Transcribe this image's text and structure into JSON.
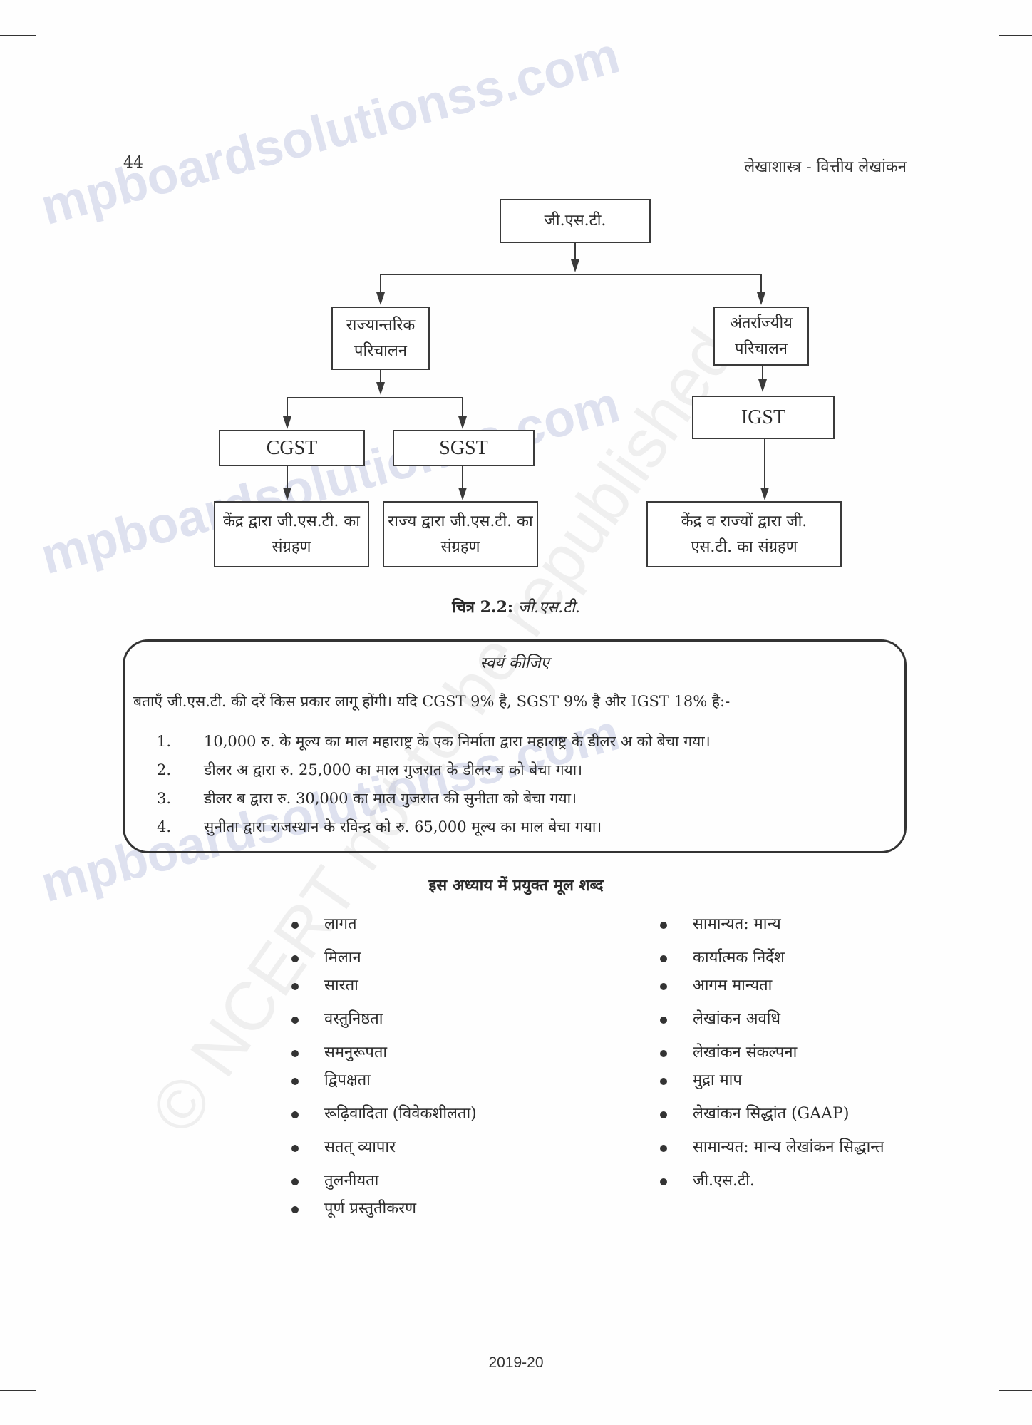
{
  "header": {
    "page_number": "44",
    "running_title": "लेखाशास्त्र - वित्तीय लेखांकन"
  },
  "diagram": {
    "root": "जी.एस.टी.",
    "left_branch": "राज्यान्तरिक परिचालन",
    "right_branch": "अंतर्राज्यीय परिचालन",
    "cgst": "CGST",
    "sgst": "SGST",
    "igst": "IGST",
    "cgst_result": "केंद्र द्वारा जी.एस.टी. का संग्रहण",
    "sgst_result": "राज्य द्वारा जी.एस.टी. का संग्रहण",
    "igst_result": "केंद्र व राज्यों द्वारा जी. एस.टी. का संग्रहण",
    "caption_label": "चित्र 2.2:",
    "caption_text": "जी.एस.टी."
  },
  "activity": {
    "title": "स्वयं कीजिए",
    "intro": "बताएँ जी.एस.टी. की दरें किस प्रकार लागू होंगी। यदि CGST 9% है, SGST 9% है और IGST 18% है:-",
    "questions": [
      {
        "num": "1.",
        "text": "10,000 रु. के मूल्य का माल महाराष्ट्र के एक निर्माता द्वारा महाराष्ट्र के डीलर अ को बेचा गया।"
      },
      {
        "num": "2.",
        "text": "डीलर अ द्वारा रु. 25,000 का माल गुजरात के डीलर ब को बेचा गया।"
      },
      {
        "num": "3.",
        "text": "डीलर ब द्वारा रु. 30,000 का माल गुजरात की सुनीता को बेचा गया।"
      },
      {
        "num": "4.",
        "text": "सुनीता द्वारा राजस्थान के रविन्द्र को रु. 65,000 मूल्य का माल बेचा गया।"
      }
    ]
  },
  "glossary": {
    "title": "इस अध्याय में प्रयुक्त मूल शब्द",
    "left": [
      "लागत",
      "मिलान",
      "सारता",
      "वस्तुनिष्ठता",
      "समनुरूपता",
      "द्विपक्षता",
      "रूढ़िवादिता (विवेकशीलता)",
      "सतत् व्यापार",
      "तुलनीयता",
      "पूर्ण प्रस्तुतीकरण"
    ],
    "right": [
      "सामान्यत: मान्य",
      "कार्यात्मक निर्देश",
      "आगम मान्यता",
      "लेखांकन अवधि",
      "लेखांकन संकल्पना",
      "मुद्रा माप",
      "लेखांकन सिद्धांत (GAAP)",
      "सामान्यत: मान्य लेखांकन सिद्धान्त",
      "जी.एस.टी."
    ]
  },
  "footer": {
    "year": "2019-20"
  },
  "watermarks": {
    "site": "mpboardsolutionss.com",
    "ncert": "© NCERT not to be republished"
  }
}
